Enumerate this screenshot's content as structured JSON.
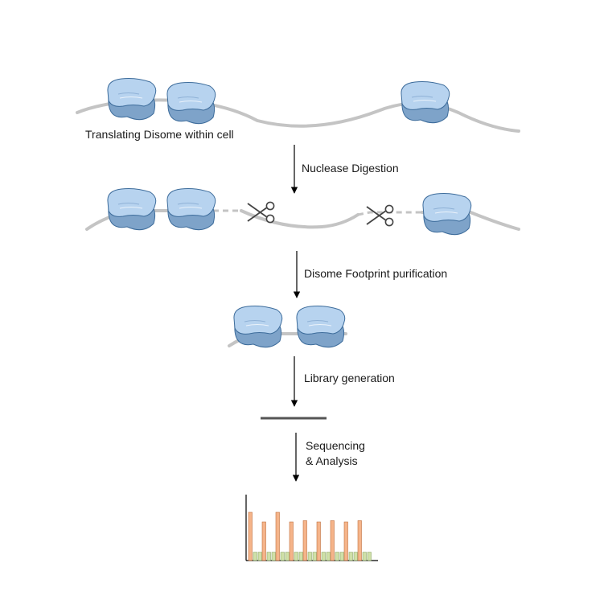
{
  "steps": {
    "s1": "Translating Disome within cell",
    "s2": "Nuclease Digestion",
    "s3": "Disome Footprint purification",
    "s4": "Library generation",
    "s5a": "Sequencing",
    "s5b": "& Analysis"
  },
  "colors": {
    "ribosome_upper": "#b7d3ef",
    "ribosome_lower": "#7ea3c9",
    "ribosome_outline": "#3d6c9b",
    "mrna": "#c4c4c4",
    "library_fragment": "#555555",
    "bar_primary": "#f5b48a",
    "bar_secondary": "#cfe0a8",
    "arrow": "#000000"
  },
  "chart_data": {
    "type": "bar",
    "title": "",
    "xlabel": "",
    "ylabel": "",
    "series": [
      {
        "values": [
          0.75,
          0.6,
          0.75,
          0.6,
          0.62,
          0.6,
          0.62,
          0.6,
          0.62
        ]
      },
      {
        "values": [
          0.13,
          0.13,
          0.13,
          0.13,
          0.13,
          0.13,
          0.13,
          0.13,
          0.13
        ]
      }
    ]
  }
}
